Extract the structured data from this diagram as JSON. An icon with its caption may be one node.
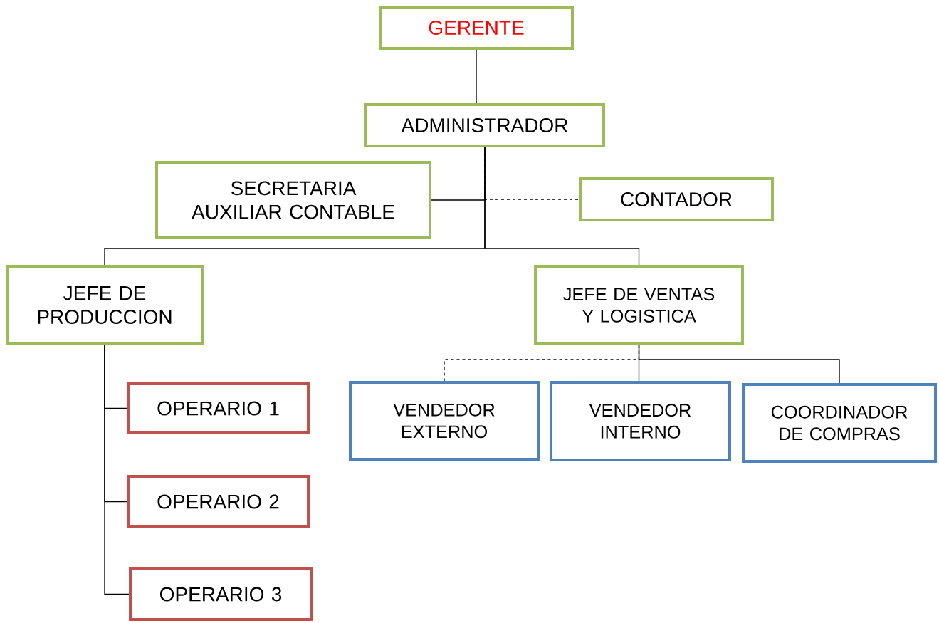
{
  "diagram": {
    "nodes": [
      {
        "text": [
          "GERENTE"
        ]
      },
      {
        "text": [
          "ADMINISTRADOR"
        ]
      },
      {
        "text": [
          "SECRETARIA AUXILIAR CONTABLE"
        ]
      },
      {
        "text": [
          "CONTADOR"
        ]
      },
      {
        "text": [
          "JEFE DE PRODUCCION"
        ]
      },
      {
        "text": [
          "JEFE DE VENTAS Y LOGISTICA"
        ]
      },
      {
        "text": [
          "VENDEDOR EXTERNO"
        ]
      },
      {
        "text": [
          "VENDEDOR INTERNO"
        ]
      },
      {
        "text": [
          "COORDINADOR DE COMPRAS"
        ]
      },
      {
        "text": [
          "OPERARIO 1"
        ]
      },
      {
        "text": [
          "OPERARIO 2"
        ]
      },
      {
        "text": [
          "OPERARIO 3"
        ]
      }
    ],
    "edges": [
      {
        "from": 0,
        "to": 1,
        "arrow": "none"
      },
      {
        "from": 1,
        "to": 2,
        "arrow": "none"
      },
      {
        "from": 1,
        "to": 3,
        "arrow": "none",
        "style": "dashed"
      },
      {
        "from": 1,
        "to": 4,
        "arrow": "none"
      },
      {
        "from": 1,
        "to": 5,
        "arrow": "none"
      },
      {
        "from": 5,
        "to": 6,
        "arrow": "none",
        "style": "dashed"
      },
      {
        "from": 5,
        "to": 7,
        "arrow": "none"
      },
      {
        "from": 5,
        "to": 8,
        "arrow": "none"
      },
      {
        "from": 4,
        "to": 9,
        "arrow": "none"
      },
      {
        "from": 4,
        "to": 10,
        "arrow": "none"
      },
      {
        "from": 4,
        "to": 11,
        "arrow": "none"
      }
    ]
  }
}
